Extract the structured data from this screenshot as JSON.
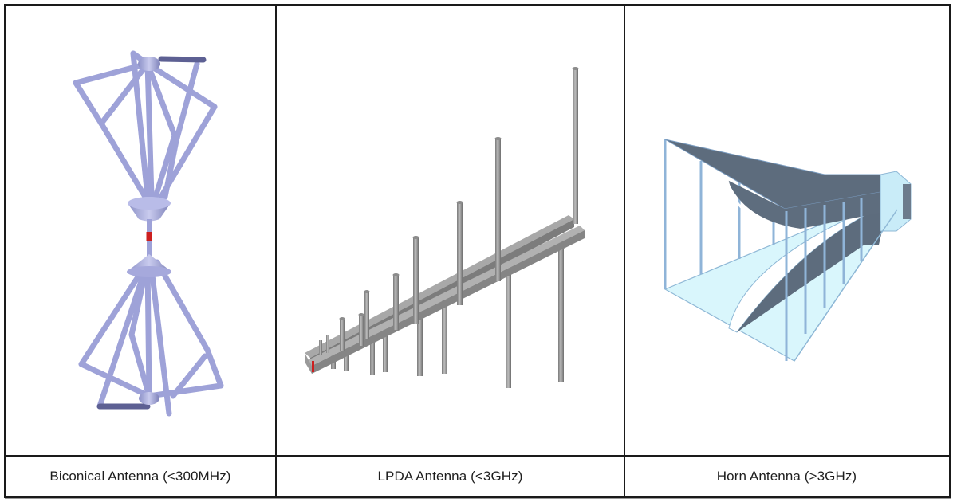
{
  "table": {
    "columns": [
      {
        "id": "biconical",
        "caption": "Biconical Antenna (<300MHz)",
        "figure": "biconical-antenna-model",
        "color": "#a9addf"
      },
      {
        "id": "lpda",
        "caption": "LPDA Antenna (<3GHz)",
        "figure": "lpda-antenna-model",
        "color": "#8f8f8f"
      },
      {
        "id": "horn",
        "caption": "Horn Antenna (>3GHz)",
        "figure": "horn-antenna-model",
        "color": "#5f6f82"
      }
    ],
    "border_color": "#1a1a1a",
    "feed_color": "#cc1f1f"
  }
}
